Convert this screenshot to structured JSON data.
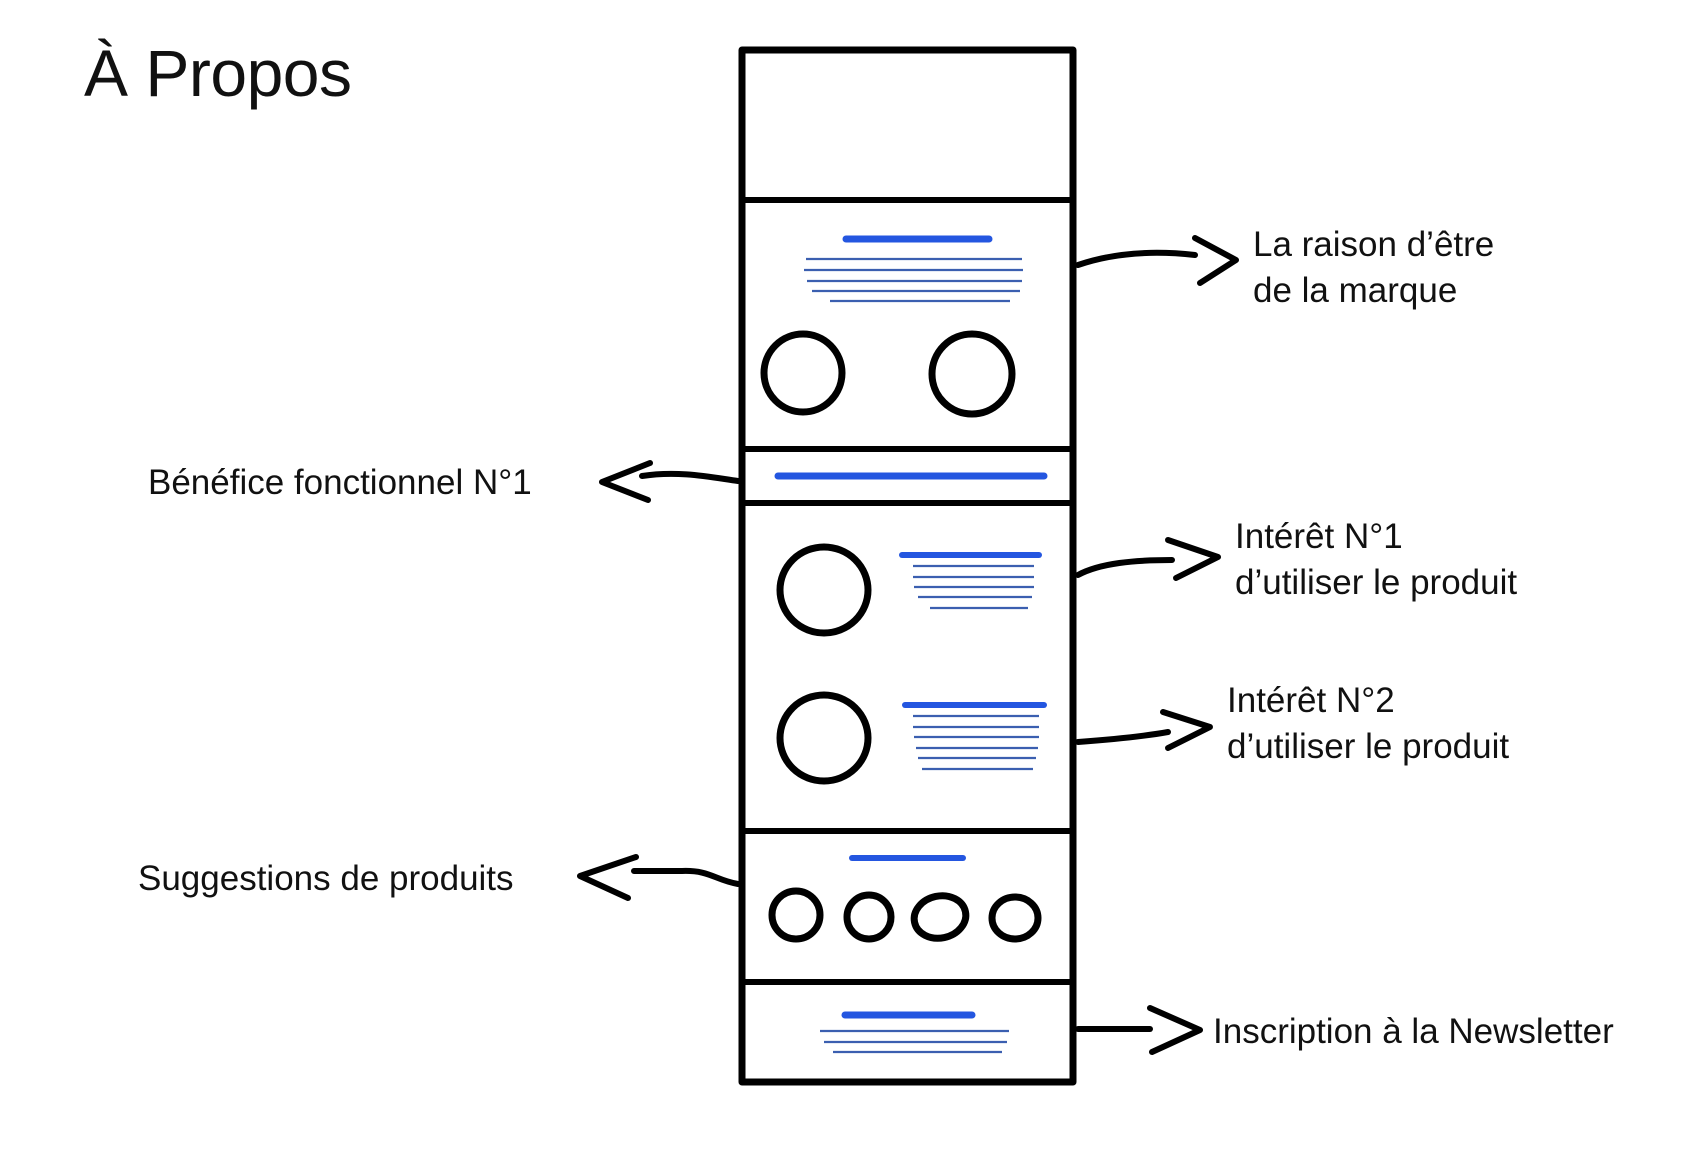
{
  "page": {
    "title": "À Propos"
  },
  "colors": {
    "stroke": "#000000",
    "accent_heading": "#2456e0",
    "body_lines": "#3b5fb0"
  },
  "wireframe": {
    "sections": [
      {
        "id": "header",
        "content": "empty"
      },
      {
        "id": "brand-purpose",
        "content": "heading + paragraph + 2 images"
      },
      {
        "id": "functional-benefit",
        "content": "heading bar"
      },
      {
        "id": "interests",
        "content": "2 rows: image + heading + paragraph"
      },
      {
        "id": "product-suggestions",
        "content": "heading + 4 product images"
      },
      {
        "id": "newsletter",
        "content": "heading + paragraph"
      }
    ]
  },
  "annotations": {
    "brand_purpose": {
      "line1": "La raison d’être",
      "line2": "de la marque",
      "side": "right"
    },
    "functional_benefit": {
      "line1": "Bénéfice fonctionnel N°1",
      "side": "left"
    },
    "interest_1": {
      "line1": "Intérêt N°1",
      "line2": "d’utiliser le produit",
      "side": "right"
    },
    "interest_2": {
      "line1": "Intérêt N°2",
      "line2": "d’utiliser le produit",
      "side": "right"
    },
    "suggestions": {
      "line1": "Suggestions de produits",
      "side": "left"
    },
    "newsletter": {
      "line1": "Inscription à la Newsletter",
      "side": "right"
    }
  }
}
